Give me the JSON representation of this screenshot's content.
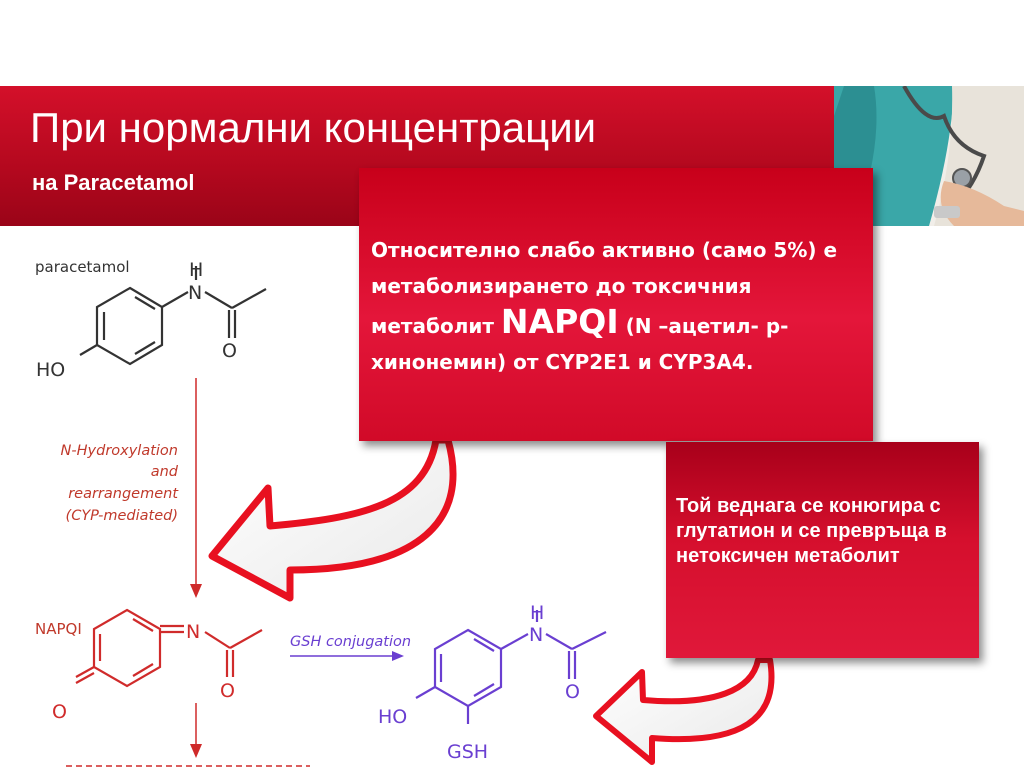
{
  "header": {
    "title": "При нормални концентрации",
    "subtitle": "на Paracetamol"
  },
  "diagram": {
    "paracetamol_label": "paracetamol",
    "hydroxylation_lines": [
      "N-Hydroxylation",
      "and",
      "rearrangement",
      "(CYP-mediated)"
    ],
    "napqi_label": "NAPQI",
    "gsh_conjugation": "GSH conjugation",
    "atoms": {
      "H": "H",
      "N": "N",
      "O": "O",
      "HO": "HO",
      "GSH": "GSH"
    }
  },
  "callout1": {
    "text_before": "Относително слабо активно (само 5%) е метаболизирането до  токсичния метаболит ",
    "napqi": "NAPQI",
    "text_after": "  (N –ацетил- р-хинонемин) от CYP2E1  и CYP3A4."
  },
  "callout2": {
    "text": "Той веднага се конюгира с глутатион и се превръща в нетоксичен метаболит"
  },
  "colors": {
    "banner_red": "#c80c24",
    "callout_red": "#dc1234",
    "napqi_red": "#d02b2b",
    "gsh_purple": "#6a3fd1",
    "arrow_red": "#e81020"
  }
}
